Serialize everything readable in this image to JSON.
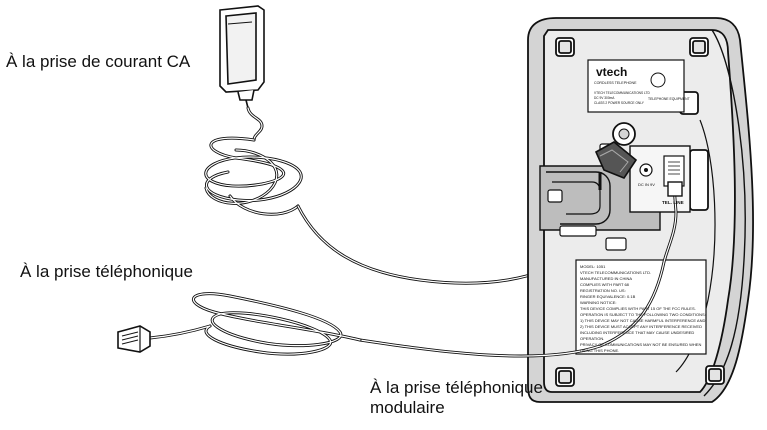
{
  "labels": {
    "power_outlet": "À la prise de courant CA",
    "phone_jack": "À la prise téléphonique",
    "modular_jack_line1": "À la prise téléphonique",
    "modular_jack_line2": "modulaire"
  },
  "base_print": {
    "brand": "vtech",
    "model_line": "CORDLESS TELEPHONE",
    "label_line1": "VTECH TELECOMMUNICATIONS LTD",
    "label_line2": "DC 9V 300mA",
    "label_line3": "CLASS 2 POWER SOURCE ONLY",
    "cert_text": "TELEPHONE EQUIPMENT",
    "dc_port": "DC IN 9V",
    "tel_line_port": "TEL. LINE"
  },
  "fcc_label": {
    "line1": "MODEL: 1051",
    "line2": "VTECH TELECOMMUNICATIONS LTD.",
    "line3": "MANUFACTURED IN CHINA",
    "line4": "COMPLIES WITH PART 68",
    "line5": "REGISTRATION NO. US:",
    "line6": "RINGER EQUIVALENCE: 0.1B",
    "line7": "WARNING NOTICE:",
    "line8": "THIS DEVICE COMPLIES WITH PART 15 OF THE FCC RULES.",
    "line9": "OPERATION IS SUBJECT TO THE FOLLOWING TWO CONDITIONS:",
    "line10": "1) THIS DEVICE MAY NOT CAUSE HARMFUL INTERFERENCE AND",
    "line11": "2) THIS DEVICE MUST ACCEPT ANY INTERFERENCE RECEIVED",
    "line12": "INCLUDING INTERFERENCE THAT MAY CAUSE UNDESIRED",
    "line13": "OPERATION.",
    "line14": "PRIVACY OF COMMUNICATIONS MAY NOT BE ENSURED WHEN",
    "line15": "USING THIS PHONE."
  }
}
